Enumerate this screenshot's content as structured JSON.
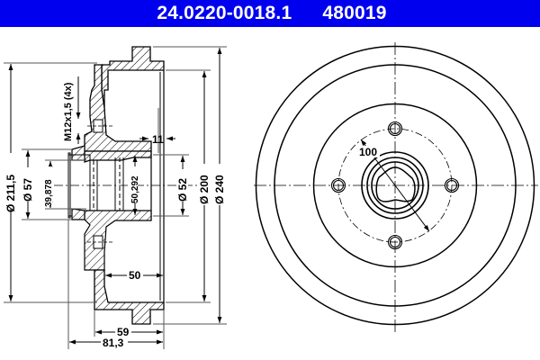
{
  "header": {
    "article_number": "24.0220-0018.1",
    "reference_number": "480019",
    "background_color": "#0000ee",
    "text_color": "#ffffff"
  },
  "section_view": {
    "dimensions": {
      "outer_diameter_left": "Ø 211,5",
      "hub_outer_diameter": "Ø 57",
      "bore_inner": "39,878",
      "thread": "M12x1,5 (4x)",
      "bore_inner_right": "50,292",
      "flange_thickness": "11",
      "hub_bore_diameter": "Ø 52",
      "braking_diameter": "Ø 200",
      "overall_diameter": "Ø 240",
      "braking_width": "50",
      "drum_depth": "59",
      "overall_height": "81,3"
    }
  },
  "front_view": {
    "bolt_circle_label": "100",
    "bolt_holes": 4
  }
}
